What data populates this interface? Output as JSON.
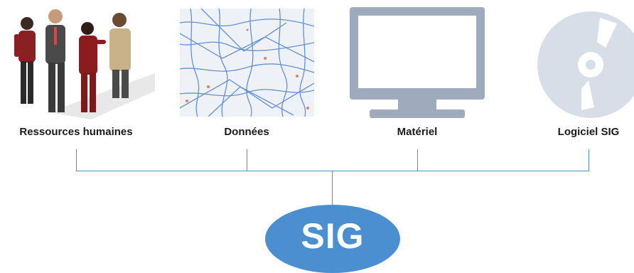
{
  "components": [
    {
      "label": "Ressources humaines",
      "icon": "people-icon"
    },
    {
      "label": "Données",
      "icon": "map-data-icon"
    },
    {
      "label": "Matériel",
      "icon": "computer-monitor-icon"
    },
    {
      "label": "Logiciel SIG",
      "icon": "disc-icon"
    }
  ],
  "center": {
    "label": "SIG"
  },
  "colors": {
    "connector": "#4f8fd0",
    "ellipse": "#4b8fd0",
    "monitor": "#9fabbd",
    "disc": "#d8dee8"
  }
}
